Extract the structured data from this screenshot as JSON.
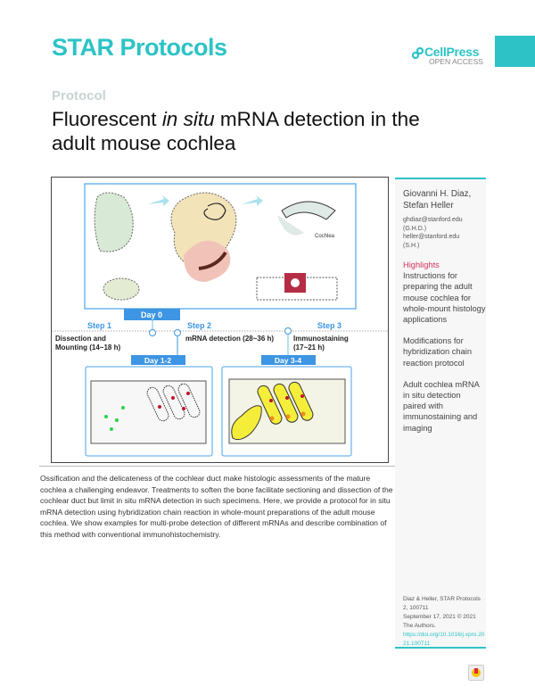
{
  "header": {
    "journal": "STAR Protocols",
    "publisher": "CellPress",
    "publisher_sub": "OPEN ACCESS",
    "accent": "#2dc3c6"
  },
  "article": {
    "type": "Protocol",
    "title_pre": "Fluorescent ",
    "title_italic": "in situ",
    "title_post": " mRNA detection in the adult mouse cochlea"
  },
  "figure": {
    "day0": "Day 0",
    "day12": "Day 1-2",
    "day34": "Day 3-4",
    "step1": "Step 1",
    "step2": "Step 2",
    "step3": "Step 3",
    "step1_desc1": "Dissection and",
    "step1_desc2": "Mounting (14~18 h)",
    "step2_desc": "mRNA detection (28~36 h)",
    "step3_desc1": "Immunostaining",
    "step3_desc2": "(17~21 h)",
    "label_cochlea": "Cochlea"
  },
  "sidebar": {
    "authors": "Giovanni H. Diaz, Stefan Heller",
    "email1": "ghdiaz@stanford.edu",
    "email1_tag": "(G.H.D.)",
    "email2": "heller@stanford.edu",
    "email2_tag": "(S.H.)",
    "highlights_label": "Highlights",
    "highlights": [
      "Instructions for preparing the adult mouse cochlea for whole-mount histology applications",
      "Modifications for hybridization chain reaction protocol",
      "Adult cochlea mRNA in situ detection paired with immunostaining and imaging"
    ],
    "citation1": "Diaz & Heller, STAR Protocols 2, 100711",
    "citation2": "September 17, 2021 © 2021 The Authors.",
    "doi": "https://doi.org/10.1016/j.xpro.2021.100711"
  },
  "abstract": "Ossification and the delicateness of the cochlear duct make histologic assessments of the mature cochlea a challenging endeavor. Treatments to soften the bone facilitate sectioning and dissection of the cochlear duct but limit in situ mRNA detection in such specimens. Here, we provide a protocol for in situ mRNA detection using hybridization chain reaction in whole-mount preparations of the adult mouse cochlea. We show examples for multi-probe detection of different mRNAs and describe combination of this method with conventional immunohistochemistry."
}
